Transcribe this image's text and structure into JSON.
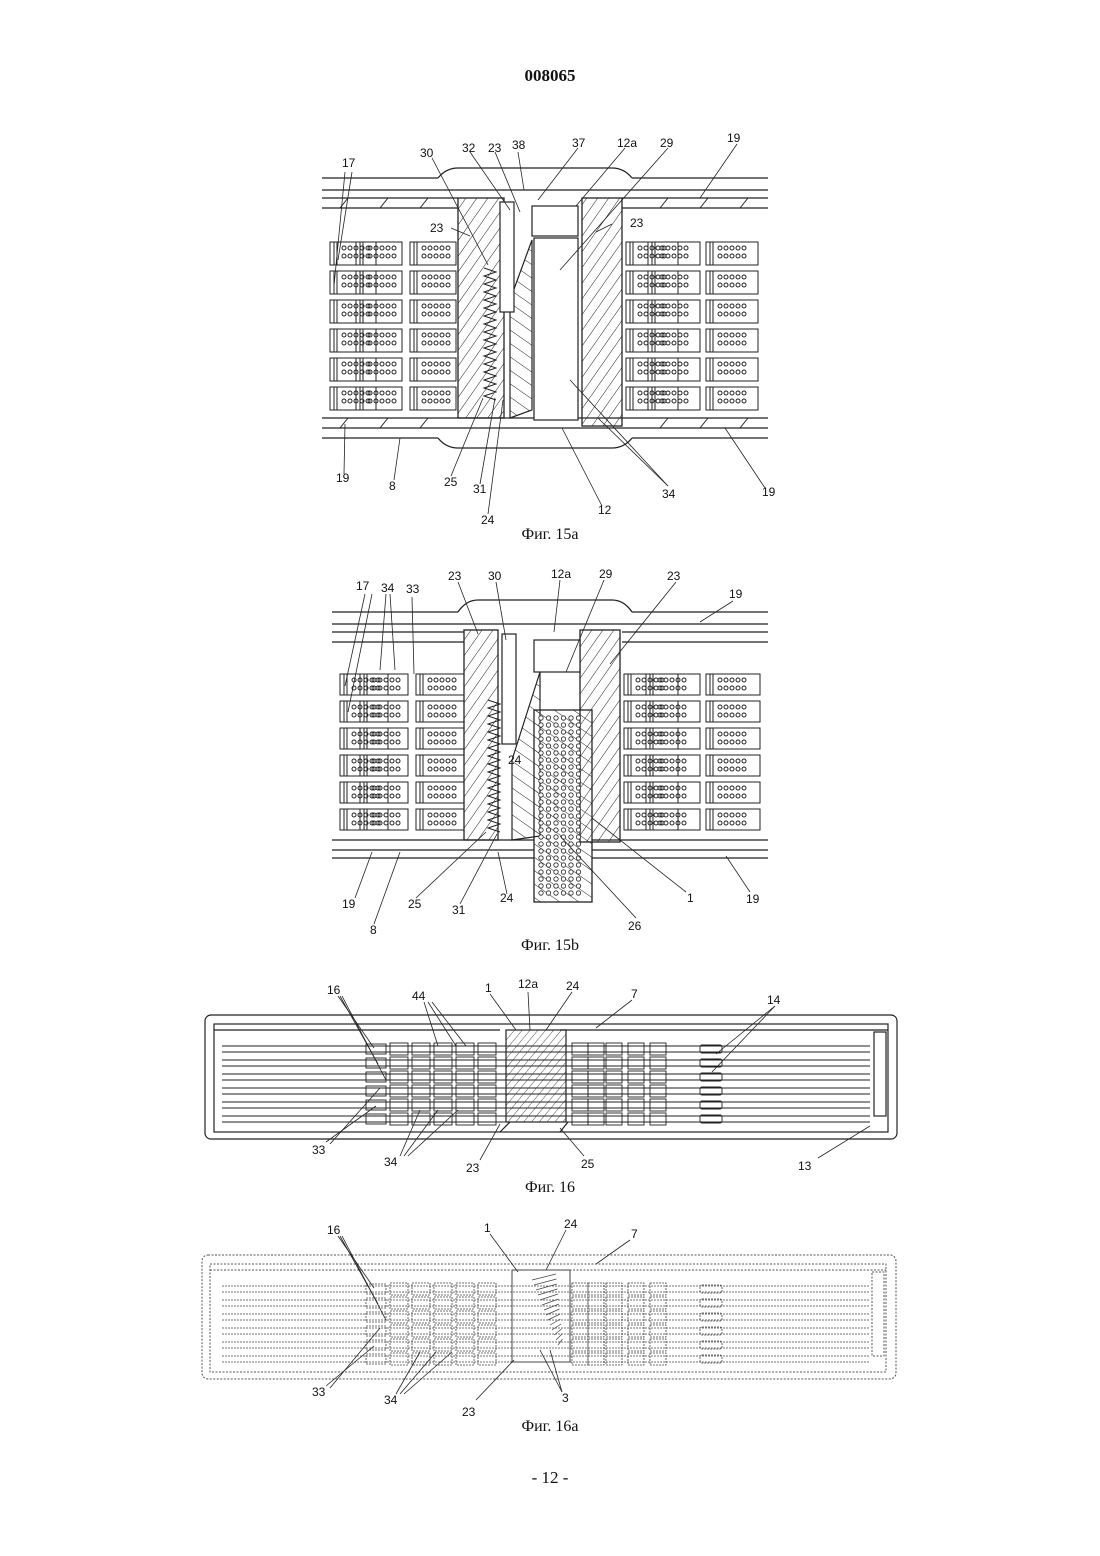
{
  "document": {
    "page_number": "008065",
    "footer": "- 12 -"
  },
  "figures": {
    "fig15a": {
      "caption": "Фиг. 15a",
      "labels": [
        "17",
        "30",
        "32",
        "23",
        "38",
        "37",
        "12a",
        "29",
        "19",
        "23",
        "23",
        "19",
        "8",
        "25",
        "31",
        "24",
        "12",
        "34",
        "19"
      ]
    },
    "fig15b": {
      "caption": "Фиг. 15b",
      "labels": [
        "17",
        "34",
        "33",
        "23",
        "30",
        "12a",
        "29",
        "23",
        "19",
        "24",
        "19",
        "8",
        "25",
        "31",
        "24",
        "1",
        "26",
        "19"
      ]
    },
    "fig16": {
      "caption": "Фиг. 16",
      "labels": [
        "16",
        "44",
        "1",
        "12a",
        "24",
        "7",
        "14",
        "33",
        "34",
        "23",
        "25",
        "13"
      ]
    },
    "fig16a": {
      "caption": "Фиг. 16a",
      "labels": [
        "16",
        "1",
        "24",
        "7",
        "33",
        "34",
        "23",
        "3"
      ]
    }
  }
}
